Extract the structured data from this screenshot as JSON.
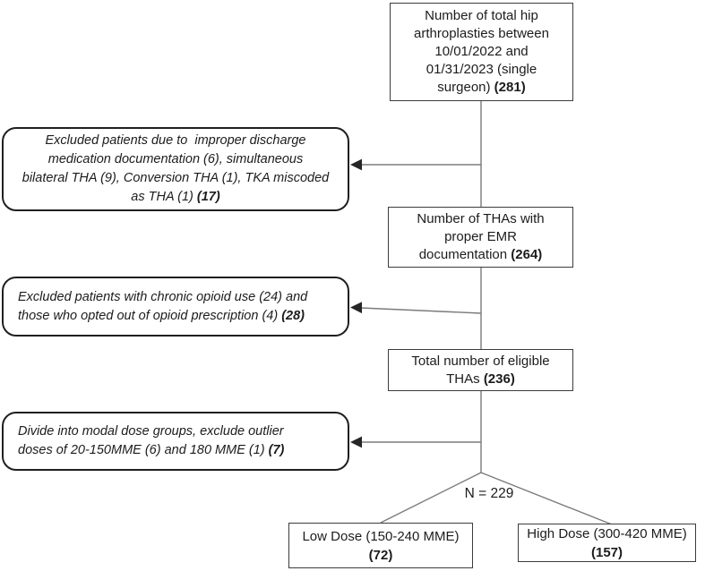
{
  "diagram": {
    "nodes": {
      "total": {
        "lines": [
          "Number of total hip",
          "arthroplasties between",
          "10/01/2022 and",
          "01/31/2023 (single"
        ],
        "last_line": "surgeon)",
        "count": "(281)"
      },
      "emr": {
        "lines": [
          "Number of THAs with",
          "proper EMR"
        ],
        "last_line": "documentation",
        "count": "(264)"
      },
      "eligible": {
        "lines": [
          "Total number of eligible"
        ],
        "last_line": "THAs",
        "count": "(236)"
      },
      "split_label": "N = 229",
      "low_dose": {
        "label": "Low Dose (150-240 MME)",
        "count": "(72)"
      },
      "high_dose": {
        "label": "High Dose (300-420 MME)",
        "count": "(157)"
      }
    },
    "exclusions": [
      {
        "lines": [
          "Excluded patients due to  improper discharge",
          "medication documentation (6), simultaneous",
          "bilateral THA (9), Conversion THA (1), TKA miscoded"
        ],
        "last_line": "as THA (1)",
        "count": "(17)"
      },
      {
        "lines": [
          "Excluded patients with chronic opioid use (24) and"
        ],
        "last_line": "those who opted out of opioid prescription (4)",
        "count": "(28)"
      },
      {
        "lines": [
          "Divide into modal dose groups, exclude outlier"
        ],
        "last_line": "doses of 20-150MME (6) and 180 MME (1)",
        "count": "(7)"
      }
    ],
    "colors": {
      "background": "#ffffff",
      "connector": "#7b7b7b",
      "arrowhead": "#262626",
      "rect_border": "#3c3c3c",
      "rounded_border": "#1f1f1f",
      "text": "#1c1c1c"
    }
  }
}
